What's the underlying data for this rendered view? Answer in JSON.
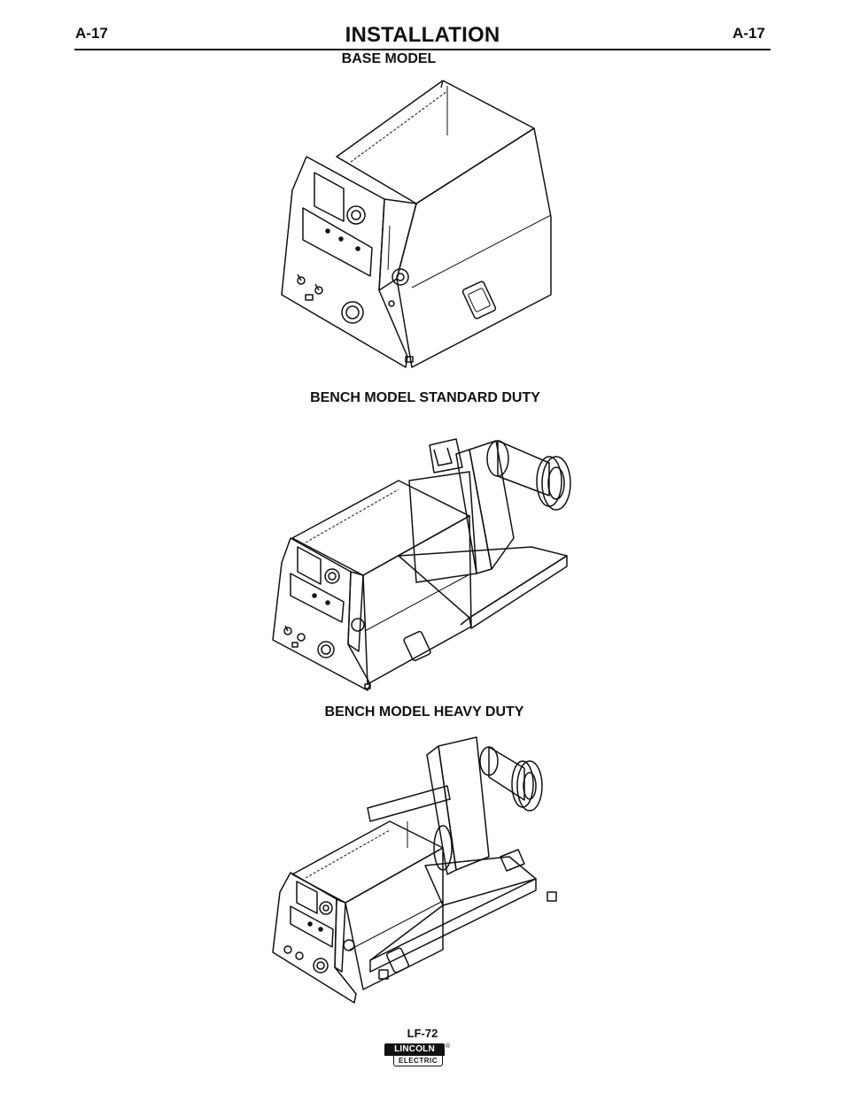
{
  "header": {
    "page_left": "A-17",
    "page_right": "A-17",
    "title": "INSTALLATION"
  },
  "figures": [
    {
      "caption": "BASE MODEL",
      "drawing": "wire-feeder-base-model"
    },
    {
      "caption": "BENCH MODEL STANDARD DUTY",
      "drawing": "wire-feeder-bench-standard-duty"
    },
    {
      "caption": "BENCH MODEL HEAVY DUTY",
      "drawing": "wire-feeder-bench-heavy-duty"
    }
  ],
  "footer": {
    "model": "LF-72",
    "logo_top": "LINCOLN",
    "logo_reg": "®",
    "logo_bottom": "ELECTRIC"
  },
  "colors": {
    "ink": "#111111",
    "paper": "#ffffff"
  }
}
